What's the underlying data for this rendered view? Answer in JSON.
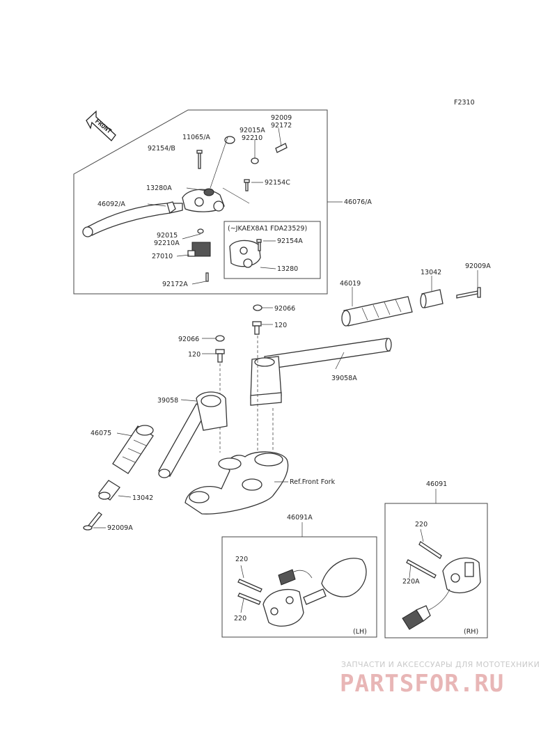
{
  "figure_code": "F2310",
  "front_label": "FRONT",
  "variant_note": "(~JKAEX8A1 FDA23529)",
  "ref_fork": "Ref.Front Fork",
  "lh": "(LH)",
  "rh": "(RH)",
  "labels": {
    "p92009": "92009",
    "p92172": "92172",
    "p11065A": "11065/A",
    "p92015A": "92015A",
    "p92210": "92210",
    "p92154B": "92154/B",
    "p13280A": "13280A",
    "p92154C": "92154C",
    "p46092A": "46092/A",
    "p46076A": "46076/A",
    "p92015": "92015",
    "p92210A": "92210A",
    "p92154A": "92154A",
    "p27010": "27010",
    "p13280": "13280",
    "p92172A": "92172A",
    "p46019": "46019",
    "p13042a": "13042",
    "p92009Aa": "92009A",
    "p92066a": "92066",
    "p120a": "120",
    "p92066b": "92066",
    "p120b": "120",
    "p39058A": "39058A",
    "p39058": "39058",
    "p46075": "46075",
    "p13042b": "13042",
    "p92009Ab": "92009A",
    "p46091": "46091",
    "p46091A": "46091A",
    "p220a": "220",
    "p220b": "220",
    "p220c": "220",
    "p220A": "220A"
  },
  "watermark": {
    "tagline": "ЗАПЧАСТИ И АКСЕССУАРЫ ДЛЯ МОТОТЕХНИКИ",
    "brand": "PARTSFOR.RU"
  }
}
